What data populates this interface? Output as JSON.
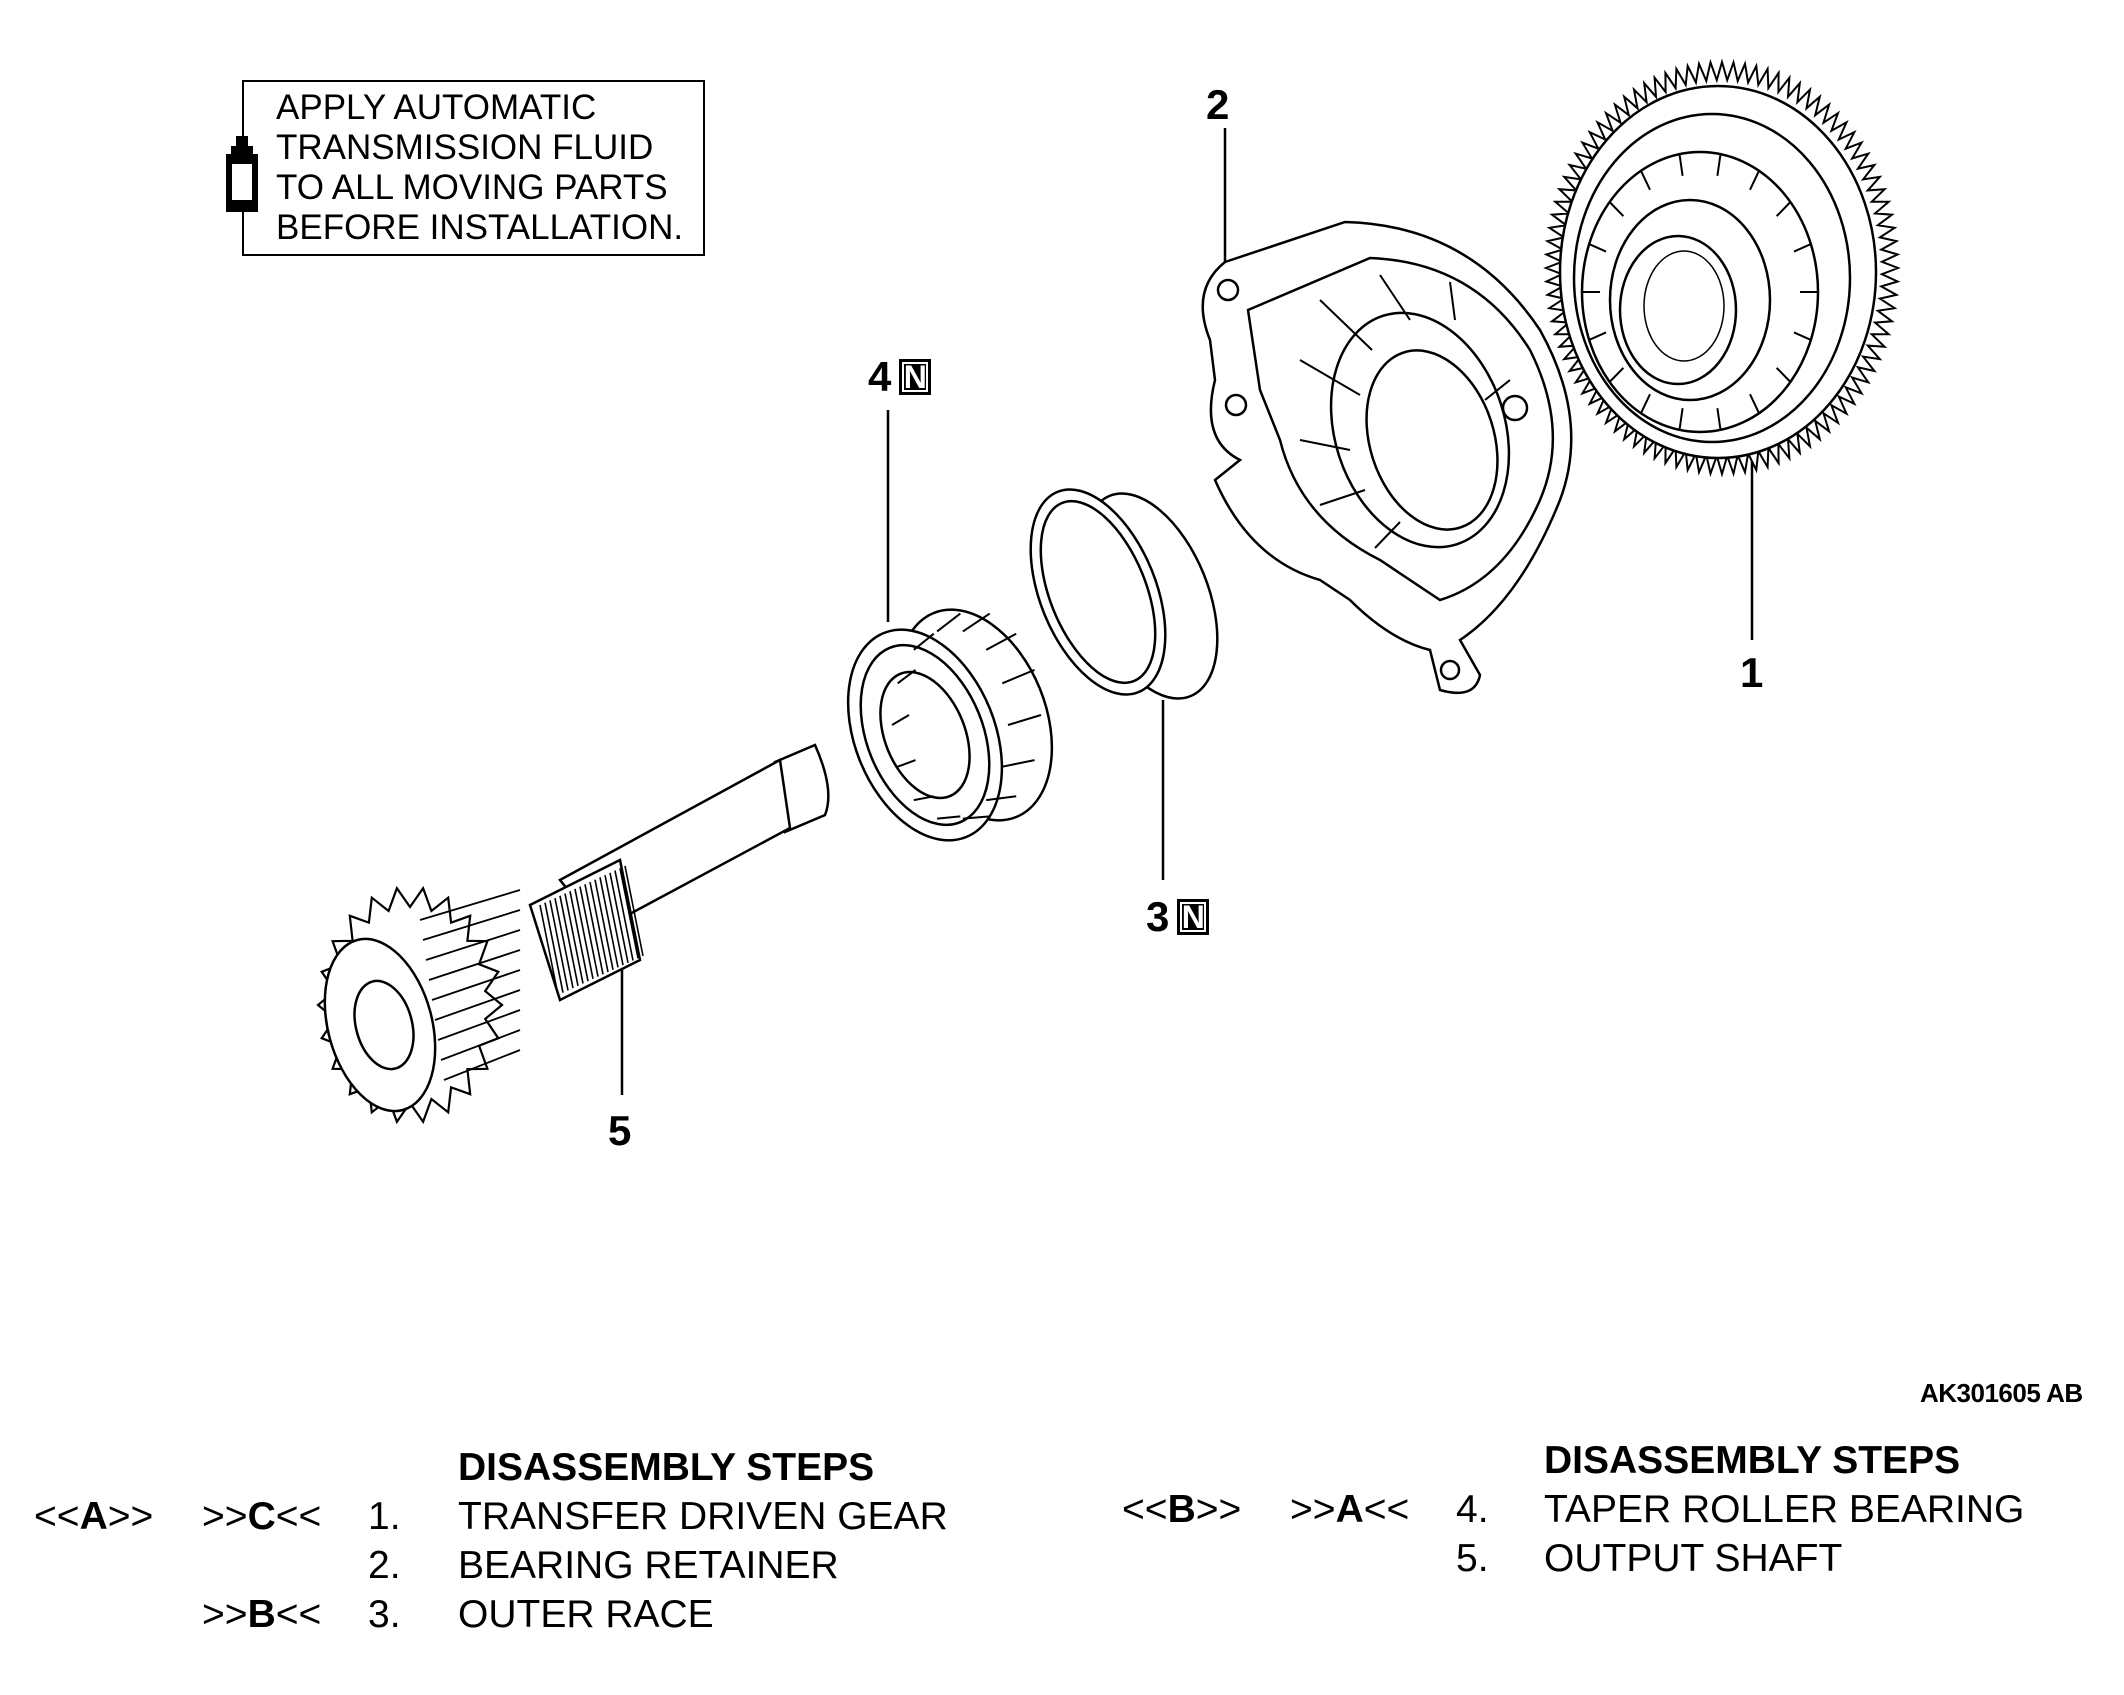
{
  "note": {
    "icon": "fluid-bottle-icon",
    "lines": [
      "APPLY AUTOMATIC",
      "TRANSMISSION FLUID",
      "TO ALL MOVING PARTS",
      "BEFORE INSTALLATION."
    ]
  },
  "callouts": {
    "c1": "1",
    "c2": "2",
    "c3": "3",
    "c4": "4",
    "c5": "5",
    "new_part_mark": "N"
  },
  "figure_id": "AK301605 AB",
  "steps_left": {
    "title": "DISASSEMBLY STEPS",
    "rows": [
      {
        "ref_a": "<<A>>",
        "ref_b": ">>C<<",
        "num": "1.",
        "label": "TRANSFER DRIVEN GEAR"
      },
      {
        "ref_a": "",
        "ref_b": "",
        "num": "2.",
        "label": "BEARING RETAINER"
      },
      {
        "ref_a": "",
        "ref_b": ">>B<<",
        "num": "3.",
        "label": "OUTER RACE"
      }
    ]
  },
  "steps_right": {
    "title": "DISASSEMBLY STEPS",
    "rows": [
      {
        "ref_a": "<<B>>",
        "ref_b": ">>A<<",
        "num": "4.",
        "label": "TAPER ROLLER BEARING"
      },
      {
        "ref_a": "",
        "ref_b": "",
        "num": "5.",
        "label": "OUTPUT SHAFT"
      }
    ]
  }
}
